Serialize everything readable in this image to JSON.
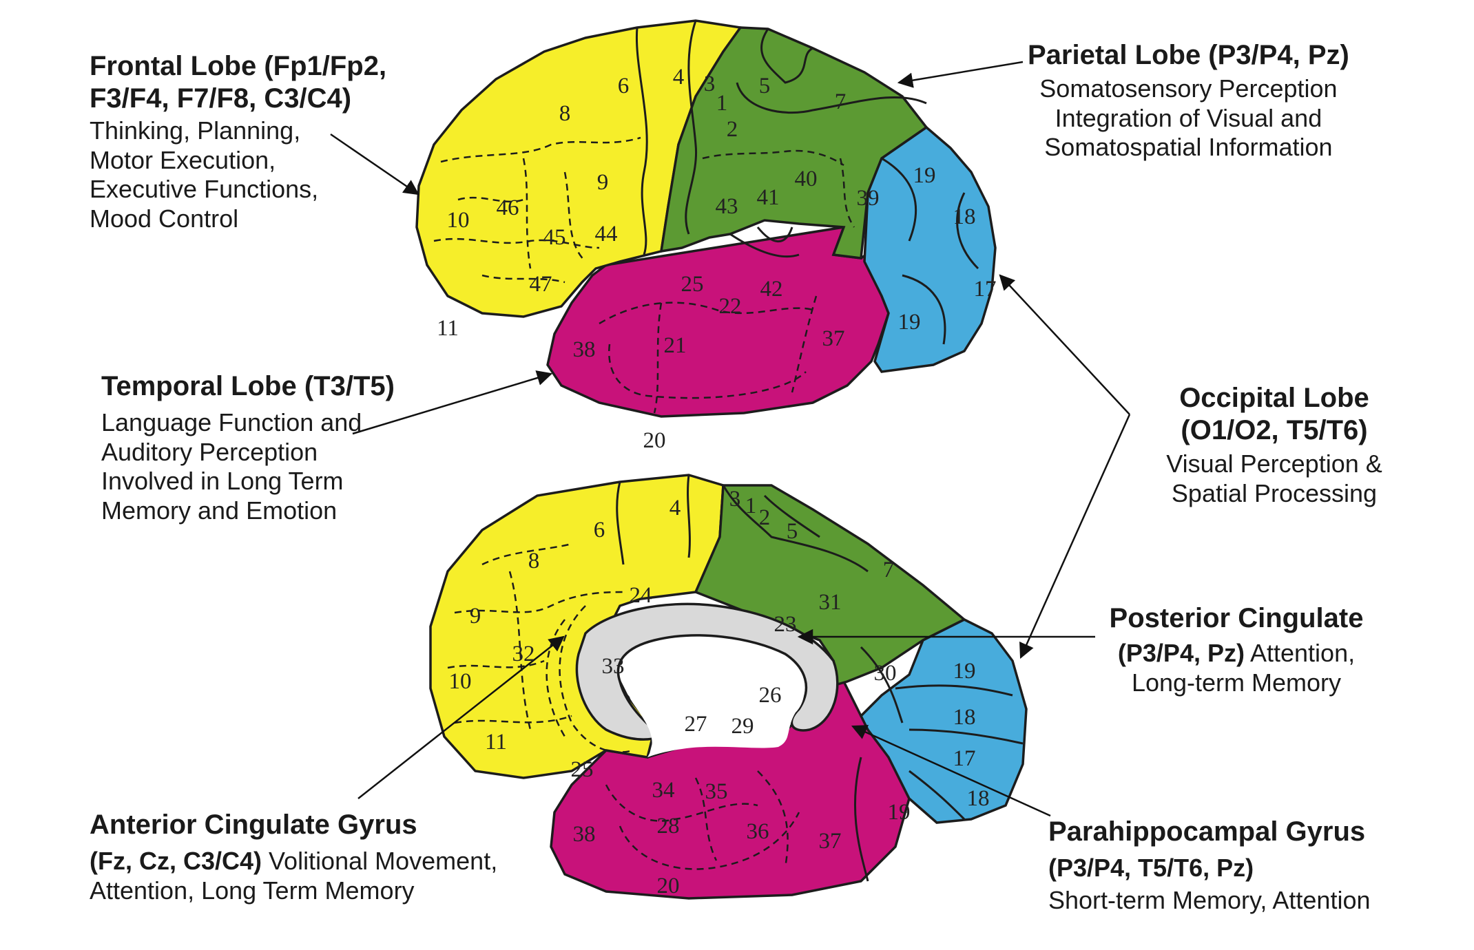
{
  "colors": {
    "frontal": "#f6ee2a",
    "parietal": "#5c9a33",
    "temporal": "#c8127a",
    "occipital": "#48acdc",
    "corpus": "#d9d9d9",
    "outline": "#1c1c1c"
  },
  "labels": {
    "frontal": {
      "title_line1": "Frontal Lobe  (Fp1/Fp2,",
      "title_line2": "F3/F4, F7/F8, C3/C4)",
      "desc": [
        "Thinking, Planning,",
        "Motor Execution,",
        "Executive Functions,",
        "Mood Control"
      ]
    },
    "parietal": {
      "title": "Parietal Lobe (P3/P4, Pz)",
      "desc": [
        "Somatosensory Perception",
        "Integration  of  Visual  and",
        "Somatospatial Information"
      ]
    },
    "temporal": {
      "title": "Temporal Lobe  (T3/T5)",
      "desc": [
        "Language Function  and",
        "Auditory Perception",
        "Involved in Long Term",
        "Memory and Emotion"
      ]
    },
    "occipital": {
      "title_line1": "Occipital Lobe",
      "title_line2": "(O1/O2, T5/T6)",
      "desc": [
        "Visual Perception &",
        "Spatial Processing"
      ]
    },
    "posterior_cingulate": {
      "title": "Posterior Cingulate",
      "electrodes": "(P3/P4, Pz)",
      "desc_inline": "  Attention,",
      "desc2": "Long-term  Memory"
    },
    "anterior_cingulate": {
      "title": "Anterior Cingulate Gyrus",
      "electrodes": "(Fz, Cz, C3/C4)",
      "desc_inline": " Volitional Movement,",
      "desc2": "Attention, Long Term Memory"
    },
    "parahippocampal": {
      "title": "Parahippocampal Gyrus",
      "electrodes": "(P3/P4, T5/T6, Pz)",
      "desc": "Short-term Memory,  Attention"
    }
  },
  "areas_lateral": [
    "8",
    "6",
    "4",
    "3",
    "1",
    "2",
    "5",
    "7",
    "9",
    "10",
    "46",
    "45",
    "44",
    "43",
    "41",
    "40",
    "39",
    "47",
    "11",
    "25",
    "22",
    "42",
    "21",
    "38",
    "37",
    "20",
    "19",
    "18",
    "17",
    "19"
  ],
  "areas_medial": [
    "4",
    "3",
    "1",
    "2",
    "6",
    "5",
    "8",
    "7",
    "24",
    "31",
    "9",
    "32",
    "23",
    "33",
    "10",
    "30",
    "26",
    "27",
    "29",
    "19",
    "18",
    "11",
    "25",
    "17",
    "34",
    "35",
    "28",
    "36",
    "38",
    "37",
    "20",
    "19",
    "18"
  ]
}
